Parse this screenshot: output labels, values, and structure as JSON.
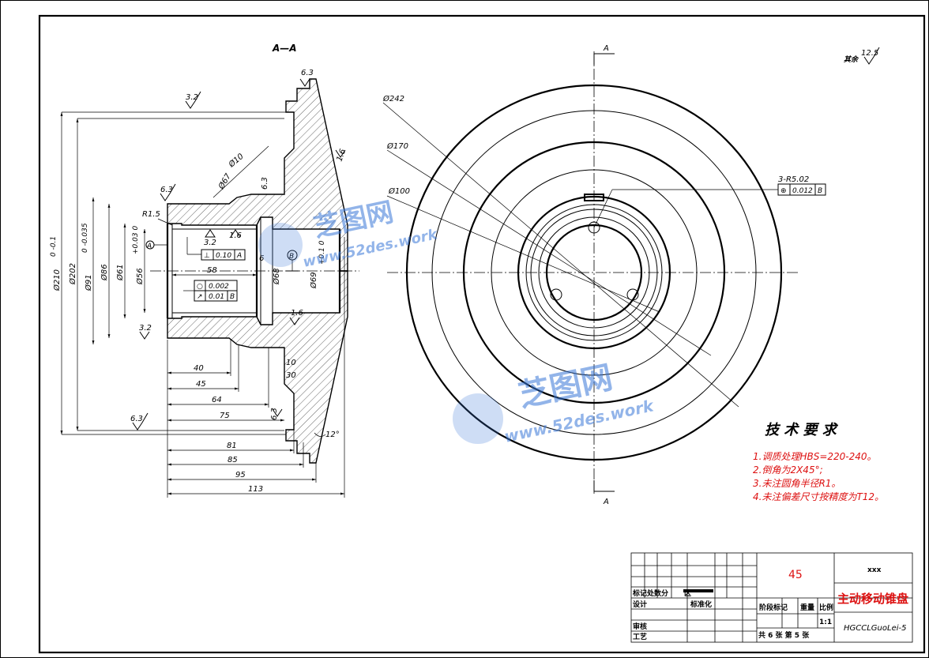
{
  "section": {
    "title": "A—A",
    "roughness": [
      "6.3",
      "3.2",
      "6.3",
      "1.6",
      "3.2",
      "6.3",
      "6.3",
      "1.6",
      "3.2",
      "1.6",
      "6.3"
    ],
    "diameters_left": [
      "Ø210",
      "Ø202",
      "Ø91",
      "Ø86",
      "Ø61",
      "Ø56"
    ],
    "tol_210": "0 -0.1",
    "tol_91": "0 -0.035",
    "tol_56": "+0.03 0",
    "radius": "R1.5",
    "d10": "Ø10",
    "d67": "Ø67",
    "d68": "Ø68",
    "d69": "Ø69",
    "tol_69": "+0.1 0",
    "datum_a": "A",
    "datum_b": "B",
    "perp": {
      "sym": "⊥",
      "val": "0.10",
      "ref": "A"
    },
    "circ": {
      "sym": "○",
      "val": "0.002"
    },
    "runout": {
      "sym": "↗",
      "val": "0.01",
      "ref": "B"
    },
    "len_58": "58",
    "len_6": "6",
    "len_10": "10",
    "len_30": "30",
    "angle_12": "12°",
    "horizontal_dims": [
      "40",
      "45",
      "64",
      "75",
      "81",
      "85",
      "95",
      "113"
    ]
  },
  "front": {
    "section_mark": "A",
    "d242": "Ø242",
    "d170": "Ø170",
    "d100": "Ø100",
    "holes": "3-R5.02",
    "position": {
      "sym": "⊕",
      "val": "0.012",
      "ref": "B"
    },
    "rest_label": "其余",
    "rest_roughness": "12.5"
  },
  "requirements": {
    "title": "技 术 要 求",
    "items": [
      "1.调质处理HBS=220-240。",
      "2.倒角为2X45°;",
      "3.未注圆角半径R1。",
      "4.未注偏差尺寸按精度为T12。"
    ]
  },
  "title_block": {
    "material": "45",
    "company": "xxx",
    "part_name": "主动移动锥盘",
    "drawing_no": "HGCCLGuoLei-5",
    "scale_label": "比例",
    "scale": "1:1",
    "stage_label": "阶段标记",
    "weight_label": "重量",
    "rev_label": "标记处数分",
    "rev_label2": "区",
    "std_label": "标准化",
    "design_label": "设计",
    "check_label": "审核",
    "process_label": "工艺",
    "sheets": "共 6 张 第 5 张"
  },
  "watermark": {
    "brand": "芝图网",
    "url": "www.52des.work"
  }
}
